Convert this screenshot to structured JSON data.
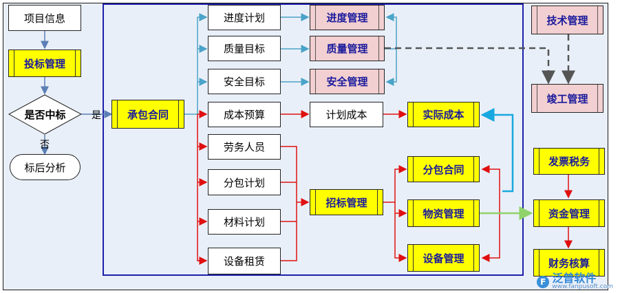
{
  "left": {
    "project_info": "项目信息",
    "bid_management": "投标管理",
    "decision": "是否中标",
    "yes_label": "是",
    "no_label": "否",
    "post_bid_analysis": "标后分析"
  },
  "main": {
    "contract": "承包合同",
    "progress_plan": "进度计划",
    "quality_target": "质量目标",
    "safety_target": "安全目标",
    "cost_budget": "成本预算",
    "labor": "劳务人员",
    "subcontract_plan": "分包计划",
    "material_plan": "材料计划",
    "equipment_lease": "设备租赁",
    "progress_mgmt": "进度管理",
    "quality_mgmt": "质量管理",
    "safety_mgmt": "安全管理",
    "planned_cost": "计划成本",
    "actual_cost": "实际成本",
    "tender_mgmt": "招标管理",
    "subcontract": "分包合同",
    "material_mgmt": "物资管理",
    "equipment_mgmt": "设备管理"
  },
  "right": {
    "tech_mgmt": "技术管理",
    "completion_mgmt": "竣工管理",
    "invoice_tax": "发票税务",
    "fund_mgmt": "资金管理",
    "finance_accounting": "财务核算"
  },
  "watermark": {
    "name": "泛普软件",
    "url": "www.fanpusoft.com"
  },
  "colors": {
    "teal_arrow": "#4aa3c8",
    "red_arrow": "#e01010",
    "cyan_arrow": "#18a8e0",
    "green_arrow": "#8fd36a",
    "gray_dash": "#555555",
    "blue_arrow": "#5b7fb5"
  }
}
